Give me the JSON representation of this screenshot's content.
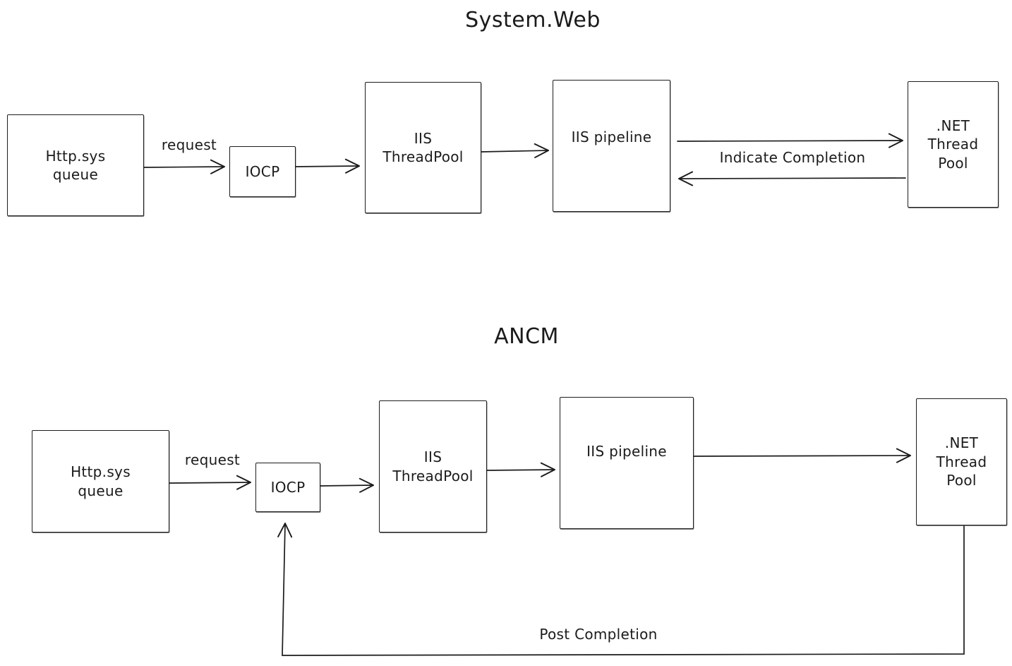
{
  "canvas": {
    "background": "#ffffff",
    "ink": "#1b1b1b"
  },
  "system_web": {
    "title": "System.Web",
    "nodes": {
      "http_sys": {
        "line1": "Http.sys",
        "line2": "queue"
      },
      "iocp": {
        "label": "IOCP"
      },
      "iis_threadpool": {
        "line1": "IIS",
        "line2": "ThreadPool"
      },
      "iis_pipeline": {
        "label": "IIS pipeline"
      },
      "net_threadpool": {
        "line1": ".NET",
        "line2": "Thread",
        "line3": "Pool"
      }
    },
    "edge_labels": {
      "request": "request",
      "indicate_completion": "Indicate Completion"
    }
  },
  "ancm": {
    "title": "ANCM",
    "nodes": {
      "http_sys": {
        "line1": "Http.sys",
        "line2": "queue"
      },
      "iocp": {
        "label": "IOCP"
      },
      "iis_threadpool": {
        "line1": "IIS",
        "line2": "ThreadPool"
      },
      "iis_pipeline": {
        "label": "IIS pipeline"
      },
      "net_threadpool": {
        "line1": ".NET",
        "line2": "Thread",
        "line3": "Pool"
      }
    },
    "edge_labels": {
      "request": "request",
      "post_completion": "Post Completion"
    }
  }
}
